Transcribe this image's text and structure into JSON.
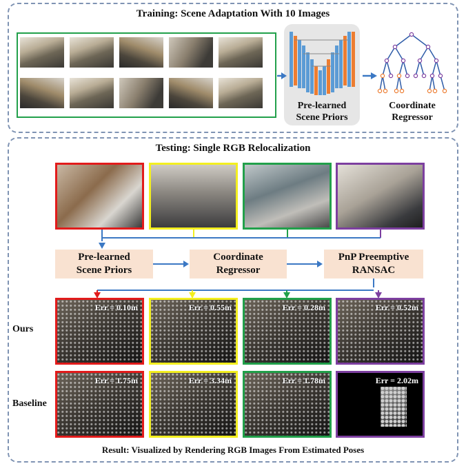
{
  "training": {
    "title": "Training: Scene Adaptation With 10 Images",
    "priors_label": "Pre-learned\nScene Priors",
    "regressor_label": "Coordinate\nRegressor"
  },
  "testing": {
    "title": "Testing: Single RGB Relocalization",
    "pipeline": {
      "priors": "Pre-learned\nScene Priors",
      "regressor": "Coordinate\nRegressor",
      "ransac": "PnP Preemptive\nRANSAC"
    },
    "row_labels": {
      "ours": "Ours",
      "baseline": "Baseline"
    },
    "ours_errors": [
      "Err = 0.10m",
      "Err = 0.55m",
      "Err = 0.28m",
      "Err = 0.52m"
    ],
    "baseline_errors": [
      "Err = 1.75m",
      "Err = 3.34m",
      "Err = 1.78m",
      "Err = 2.02m"
    ],
    "result_caption": "Result: Visualized by Rendering RGB Images From Estimated Poses"
  },
  "colors": {
    "red": "#e21b1b",
    "yellow": "#f3ef1f",
    "green": "#21a04a",
    "purple": "#7d3fa0",
    "arrow": "#3b78c4",
    "panel_border": "#7f93b3",
    "box_fill": "#f9e2d1",
    "bar_blue": "#5b9bd5",
    "bar_orange": "#ed7d31"
  }
}
